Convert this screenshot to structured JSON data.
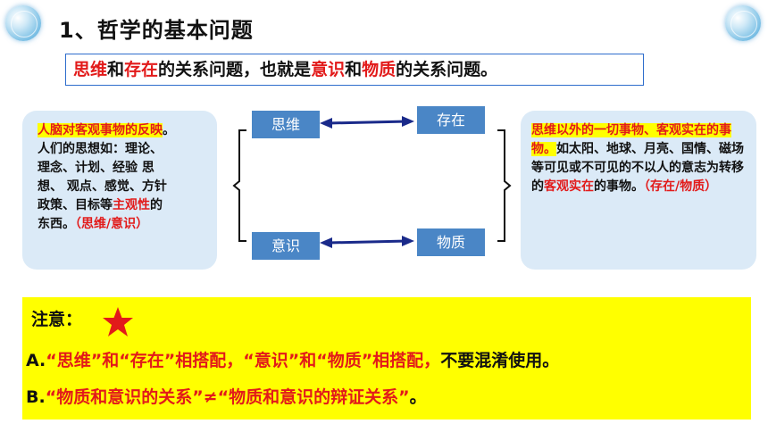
{
  "title": "1、哲学的基本问题",
  "intro": {
    "part1": "思维",
    "part2": "和",
    "part3": "存在",
    "part4": "的关系问题，也就是",
    "part5": "意识",
    "part6": "和",
    "part7": "物质",
    "part8": "的关系问题。"
  },
  "left_card": {
    "highlight": "人脑对客观事物的反映",
    "line1_rest": "。",
    "line2": "人们的思想如：理论、",
    "line3": "理念、计划、经验 思",
    "line4": "想、 观点、感觉、方针",
    "line5_pre": "政策、目标等",
    "line5_red": "主观性",
    "line5_post": "的",
    "line6_pre": "东西。",
    "line6_red": "（思维/意识）"
  },
  "right_card": {
    "highlight": "思维以外的一切事物、客观实在的事物。",
    "text1": "如太阳、地球、月亮、国情、磁场等可见或不可见的不以人的意志为转移的",
    "red1": "客观实在",
    "text2": "的事物。",
    "red2": "（存在/物质）"
  },
  "nodes": {
    "thinking": "思维",
    "existence": "存在",
    "consciousness": "意识",
    "matter": "物质"
  },
  "note": {
    "label": "注意：",
    "a_prefix": "A.",
    "a_red": "“思维”和“存在”相搭配，“意识”和“物质”相搭配，",
    "a_rest": "不要混淆使用。",
    "b_prefix": "B.",
    "b_red": "“物质和意识的关系”≠“物质和意识的辩证关系”",
    "b_rest": "。"
  },
  "colors": {
    "accent_red": "#e21a1a",
    "node_blue": "#4a86c6",
    "card_bg": "#dbeaf7",
    "note_bg": "#ffff00",
    "border_blue": "#2e6dcc"
  }
}
